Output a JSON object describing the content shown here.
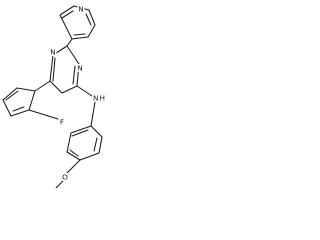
{
  "molecule": {
    "atoms": {
      "n_pyridine": "N",
      "n_pyrimidine_left": "N",
      "n_pyrimidine_right": "N",
      "fluorine": "F",
      "nh_nitrogen": "N",
      "nh_hydrogen": "H",
      "methoxy_oxygen": "O"
    }
  }
}
